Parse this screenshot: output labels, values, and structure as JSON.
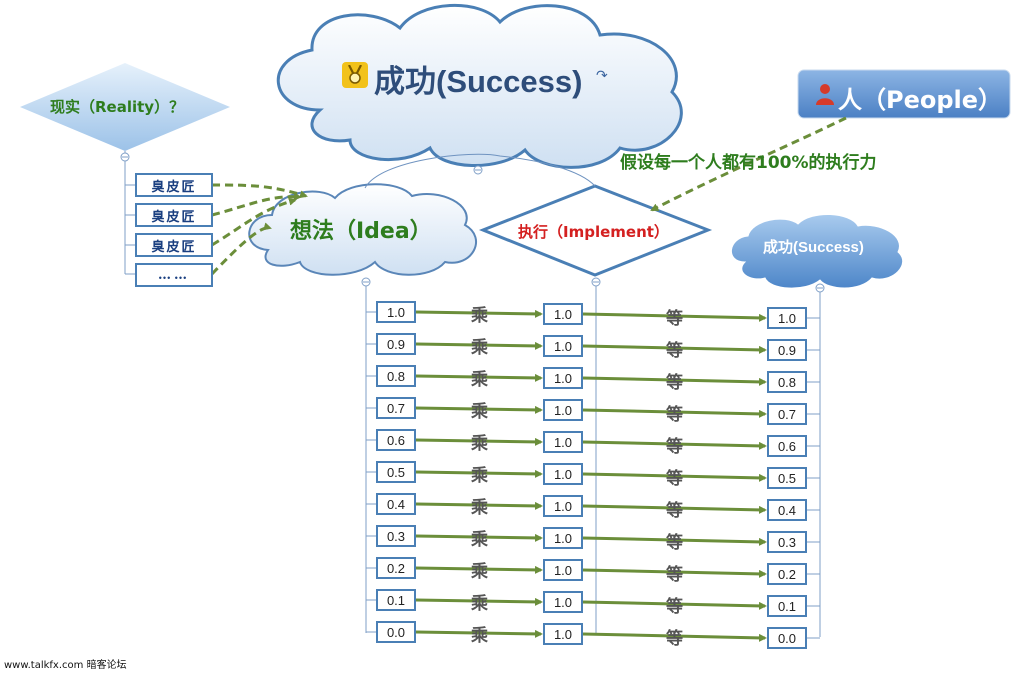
{
  "reality": {
    "label": "现实（Reality）？"
  },
  "craftsmen": [
    "臭皮匠",
    "臭皮匠",
    "臭皮匠",
    "……"
  ],
  "success_cloud": {
    "icon": "medal-icon",
    "title": "成功(Success)"
  },
  "people": {
    "icon": "person-icon",
    "label": "人（People）"
  },
  "assumption": "假设每一个人都有100%的执行力",
  "idea": {
    "label": "想法（Idea）"
  },
  "implement": {
    "label": "执行（Implement）"
  },
  "success_small": {
    "label": "成功(Success)"
  },
  "idea_values": [
    "1.0",
    "0.9",
    "0.8",
    "0.7",
    "0.6",
    "0.5",
    "0.4",
    "0.3",
    "0.2",
    "0.1",
    "0.0"
  ],
  "implement_values": [
    "1.0",
    "1.0",
    "1.0",
    "1.0",
    "1.0",
    "1.0",
    "1.0",
    "1.0",
    "1.0",
    "1.0",
    "1.0"
  ],
  "success_values": [
    "1.0",
    "0.9",
    "0.8",
    "0.7",
    "0.6",
    "0.5",
    "0.4",
    "0.3",
    "0.2",
    "0.1",
    "0.0"
  ],
  "multiply_label": "乘",
  "equals_label": "等",
  "watermark": "www.talkfx.com 暗客论坛",
  "colors": {
    "box_border": "#4a7fb5",
    "arrow": "#6b8e3a",
    "title_text": "#2e4d7a",
    "green_text": "#2e7d1e",
    "red_text": "#d42020"
  }
}
